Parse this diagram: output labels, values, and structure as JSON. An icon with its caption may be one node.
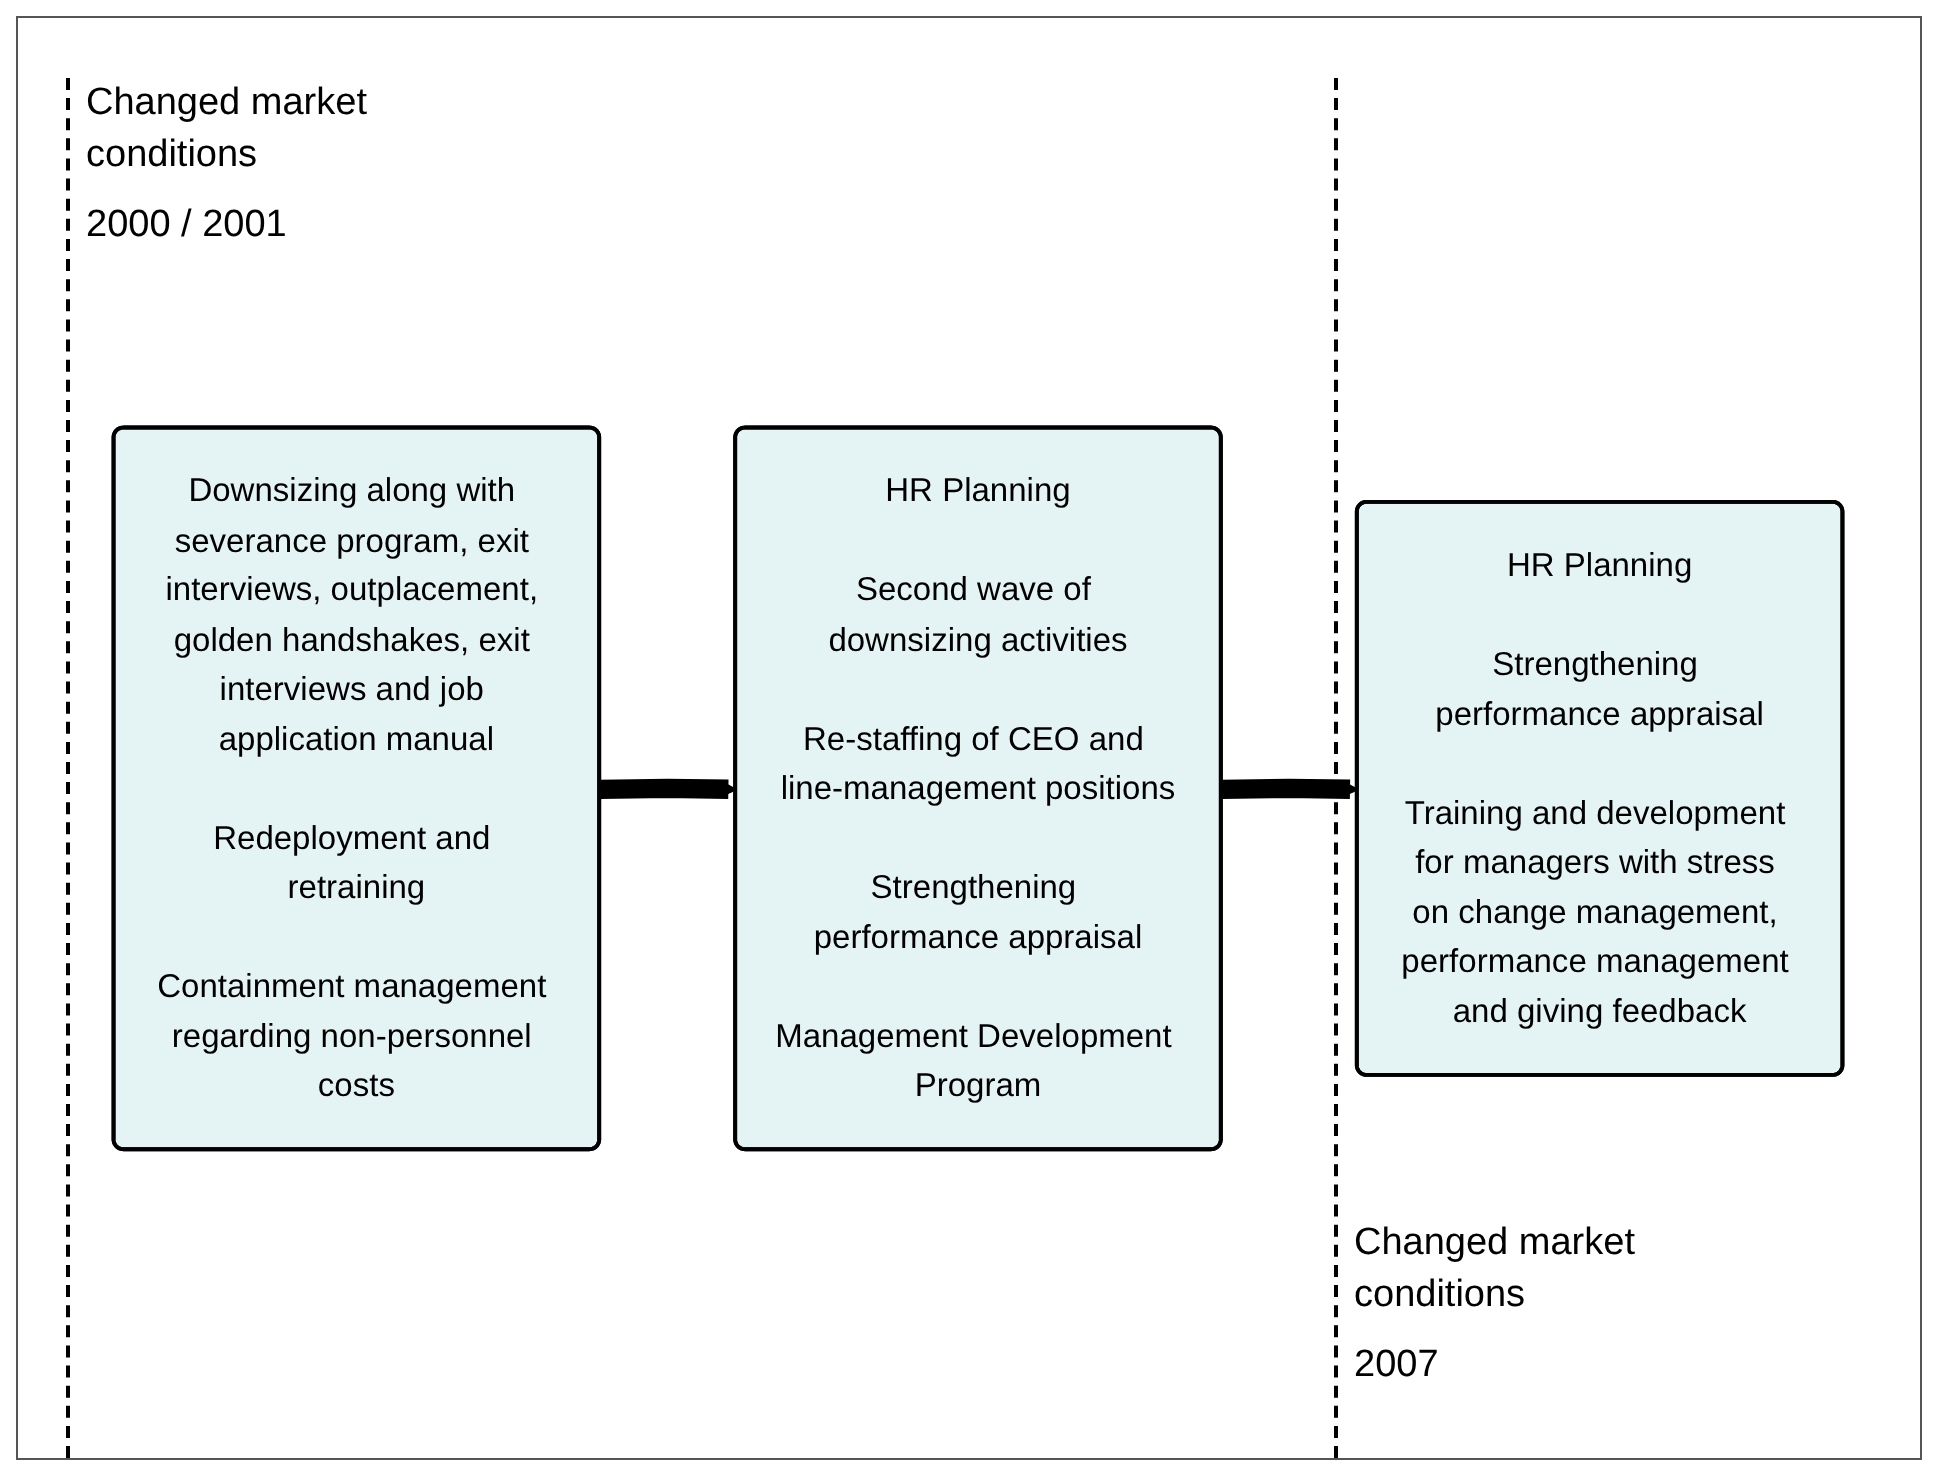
{
  "diagram": {
    "nodes": [
      {
        "text": [
          "Downsizing along with severance program, exit interviews, outplacement, golden handshakes, exit interviews and job application manual",
          "Redeployment and retraining",
          "Containment management regarding non-personnel costs"
        ]
      },
      {
        "text": [
          "HR Planning",
          "Second wave of downsizing activities",
          "Re-staffing of CEO and line-management positions",
          "Strengthening performance appraisal",
          "Management Development Program"
        ]
      },
      {
        "text": [
          "HR Planning",
          "Strengthening performance appraisal",
          "Training and development for managers with stress on change management, performance management and giving feedback"
        ]
      }
    ],
    "edges": [
      {
        "from": 0,
        "to": 1,
        "arrow": "to"
      },
      {
        "from": 1,
        "to": 2,
        "arrow": "to"
      }
    ],
    "labels": [
      "Changed market conditions",
      "2000 / 2001",
      "Changed market conditions",
      "2007"
    ]
  }
}
